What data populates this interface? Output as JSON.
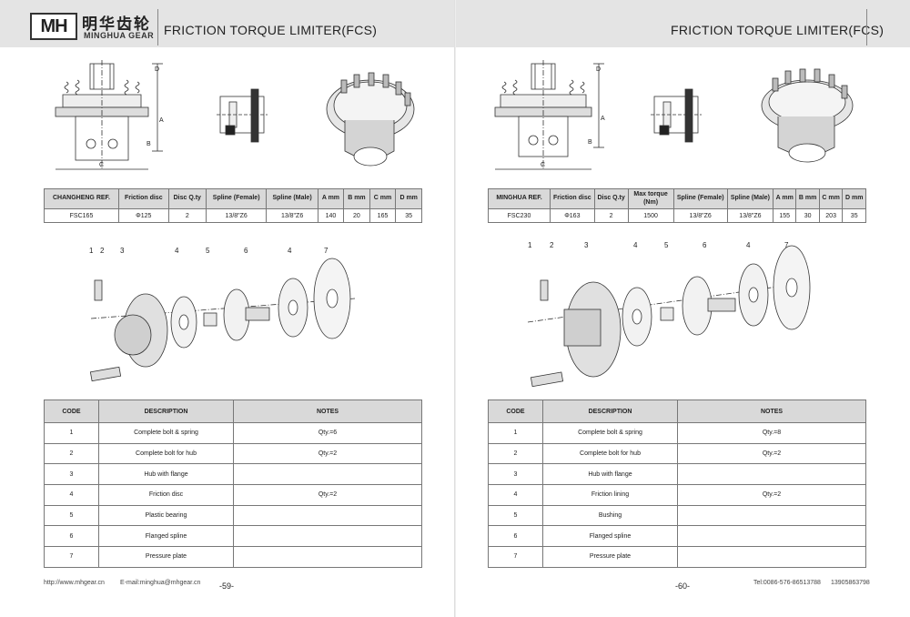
{
  "brand": {
    "logo_text": "MH",
    "name_cn": "明华齿轮",
    "name_en": "MINGHUA GEAR"
  },
  "left": {
    "title": "FRICTION TORQUE LIMITER(FCS)",
    "spec": {
      "headers": [
        "CHANGHENG REF.",
        "Friction disc",
        "Disc Q.ty",
        "Spline (Female)",
        "Spline (Male)",
        "A mm",
        "B mm",
        "C mm",
        "D mm"
      ],
      "row": [
        "FSC165",
        "Φ125",
        "2",
        "13/8\"Z6",
        "13/8\"Z6",
        "140",
        "20",
        "165",
        "35"
      ]
    },
    "parts": {
      "headers": [
        "CODE",
        "DESCRIPTION",
        "NOTES"
      ],
      "rows": [
        [
          "1",
          "Complete bolt & spring",
          "Qty.=6"
        ],
        [
          "2",
          "Complete bolt for hub",
          "Qty.=2"
        ],
        [
          "3",
          "Hub with flange",
          ""
        ],
        [
          "4",
          "Friction disc",
          "Qty.=2"
        ],
        [
          "5",
          "Plastic bearing",
          ""
        ],
        [
          "6",
          "Flanged spline",
          ""
        ],
        [
          "7",
          "Pressure plate",
          ""
        ]
      ]
    },
    "footer_url": "http://www.mhgear.cn",
    "footer_email": "E-mail:minghua@mhgear.cn",
    "page": "-59-"
  },
  "right": {
    "title": "FRICTION TORQUE LIMITER(FCS)",
    "spec": {
      "headers": [
        "MINGHUA REF.",
        "Friction disc",
        "Disc Q.ty",
        "Max torque (Nm)",
        "Spline (Female)",
        "Spline (Male)",
        "A mm",
        "B mm",
        "C mm",
        "D mm"
      ],
      "row": [
        "FSC230",
        "Φ163",
        "2",
        "1500",
        "13/8\"Z6",
        "13/8\"Z6",
        "155",
        "30",
        "203",
        "35"
      ]
    },
    "parts": {
      "headers": [
        "CODE",
        "DESCRIPTION",
        "NOTES"
      ],
      "rows": [
        [
          "1",
          "Complete bolt & spring",
          "Qty.=8"
        ],
        [
          "2",
          "Complete bolt for hub",
          "Qty.=2"
        ],
        [
          "3",
          "Hub with flange",
          ""
        ],
        [
          "4",
          "Friction lining",
          "Qty.=2"
        ],
        [
          "5",
          "Bushing",
          ""
        ],
        [
          "6",
          "Flanged spline",
          ""
        ],
        [
          "7",
          "Pressure plate",
          ""
        ]
      ]
    },
    "footer_tel": "Tel:0086-576-86513788",
    "footer_mobile": "13905863798",
    "page": "-60-"
  },
  "drawing": {
    "dims": {
      "a": "A",
      "b": "B",
      "c": "C",
      "d": "D"
    },
    "callouts": [
      "1",
      "2",
      "3",
      "4",
      "5",
      "6",
      "4",
      "7"
    ]
  }
}
